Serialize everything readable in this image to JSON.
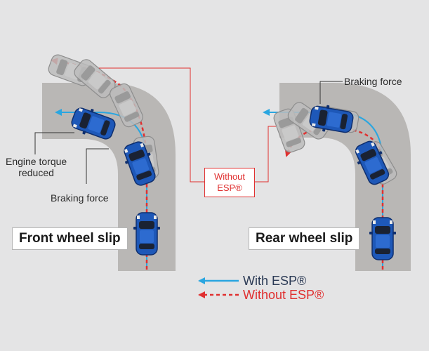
{
  "labels": {
    "engine_torque": [
      "Engine torque",
      "reduced"
    ],
    "braking_force_front": "Braking force",
    "braking_force_rear": "Braking force",
    "front_wheel_slip": "Front wheel slip",
    "rear_wheel_slip": "Rear wheel slip",
    "without_esp_box": [
      "Without",
      "ESP®"
    ]
  },
  "legend": {
    "with_esp": "With ESP®",
    "without_esp": "Without ESP®"
  },
  "colors": {
    "background": "#e4e4e5",
    "road": "#b9b7b5",
    "car_blue": "#1e58b8",
    "ghost_car": "#b8b8b8",
    "with_esp_line": "#2aa6e0",
    "without_esp_line": "#e03030"
  }
}
